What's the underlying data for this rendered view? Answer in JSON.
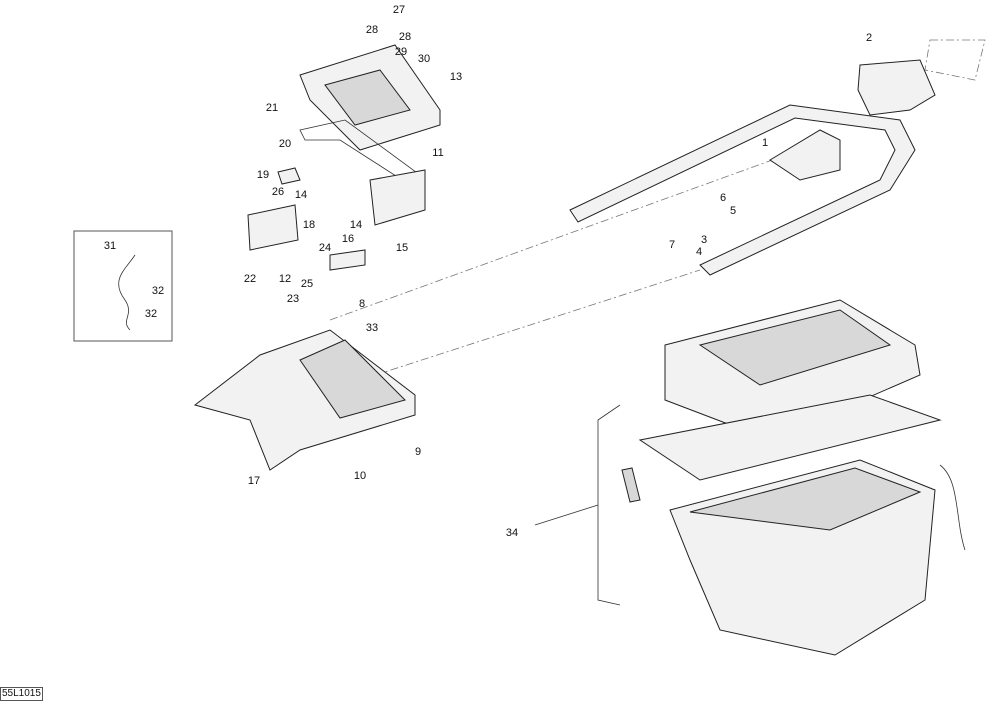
{
  "diagram": {
    "callouts": [
      "27",
      "28",
      "28",
      "29",
      "30",
      "13",
      "21",
      "20",
      "11",
      "19",
      "26",
      "14",
      "18",
      "14",
      "16",
      "24",
      "15",
      "22",
      "12",
      "25",
      "8",
      "23",
      "31",
      "32",
      "32",
      "33",
      "9",
      "10",
      "17",
      "2",
      "1",
      "6",
      "5",
      "7",
      "4",
      "3",
      "34"
    ],
    "reference_code": "55L1015"
  }
}
